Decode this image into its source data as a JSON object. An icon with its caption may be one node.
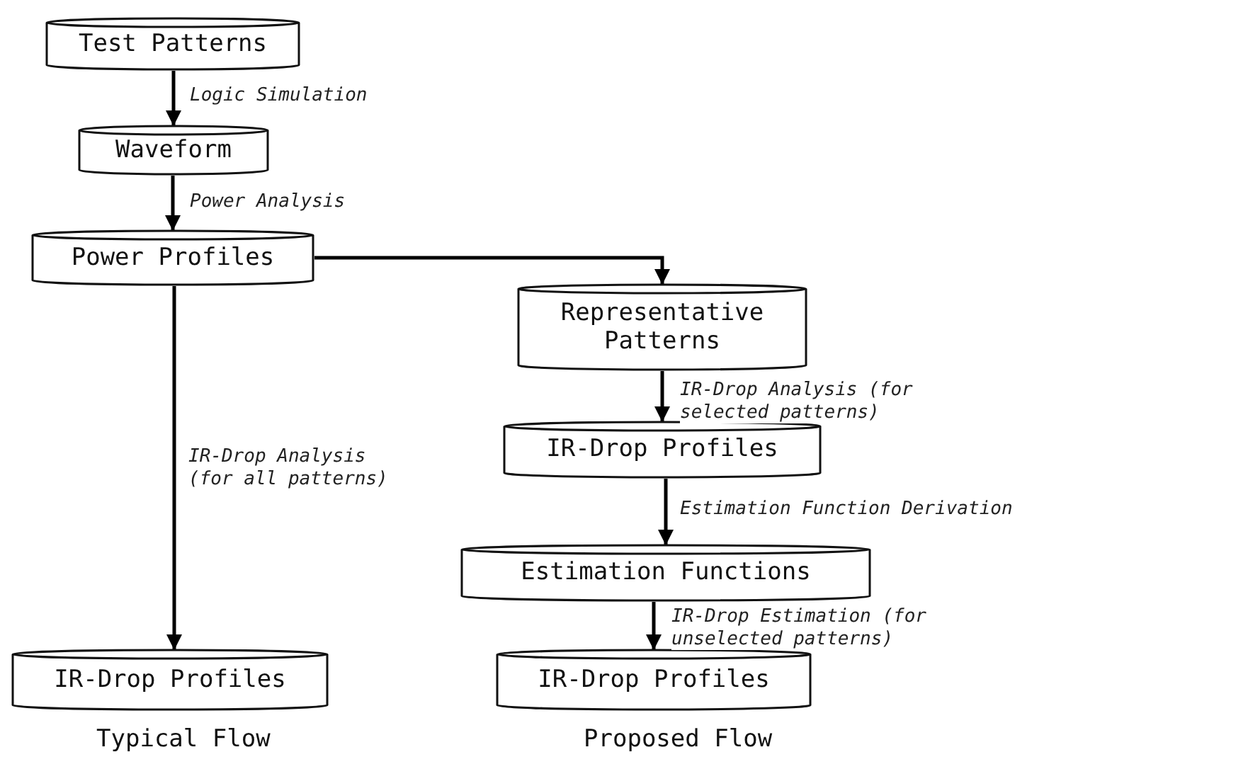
{
  "diagram": {
    "nodes": [
      {
        "text": [
          "Test Patterns"
        ]
      },
      {
        "text": [
          "Waveform"
        ]
      },
      {
        "text": [
          "Power Profiles"
        ]
      },
      {
        "text": [
          "Representative Patterns"
        ]
      },
      {
        "text": [
          "IR-Drop Profiles"
        ]
      },
      {
        "text": [
          "Estimation Functions"
        ]
      },
      {
        "text": [
          "IR-Drop Profiles"
        ]
      },
      {
        "text": [
          "IR-Drop Profiles"
        ]
      }
    ],
    "edges": [
      {
        "from": 0,
        "to": 1,
        "arrow": "to",
        "label": "Logic Simulation"
      },
      {
        "from": 1,
        "to": 2,
        "arrow": "to",
        "label": "Power Analysis"
      },
      {
        "from": 2,
        "to": 3,
        "arrow": "to"
      },
      {
        "from": 2,
        "to": 6,
        "arrow": "to",
        "label": "IR-Drop Analysis (for all patterns)"
      },
      {
        "from": 3,
        "to": 4,
        "arrow": "to",
        "label": "IR-Drop Analysis (for selected patterns)"
      },
      {
        "from": 4,
        "to": 5,
        "arrow": "to",
        "label": "Estimation Function Derivation"
      },
      {
        "from": 5,
        "to": 7,
        "arrow": "to",
        "label": "IR-Drop Estimation (for unselected patterns)"
      }
    ],
    "labels": [
      "Typical Flow",
      "Proposed Flow"
    ]
  }
}
